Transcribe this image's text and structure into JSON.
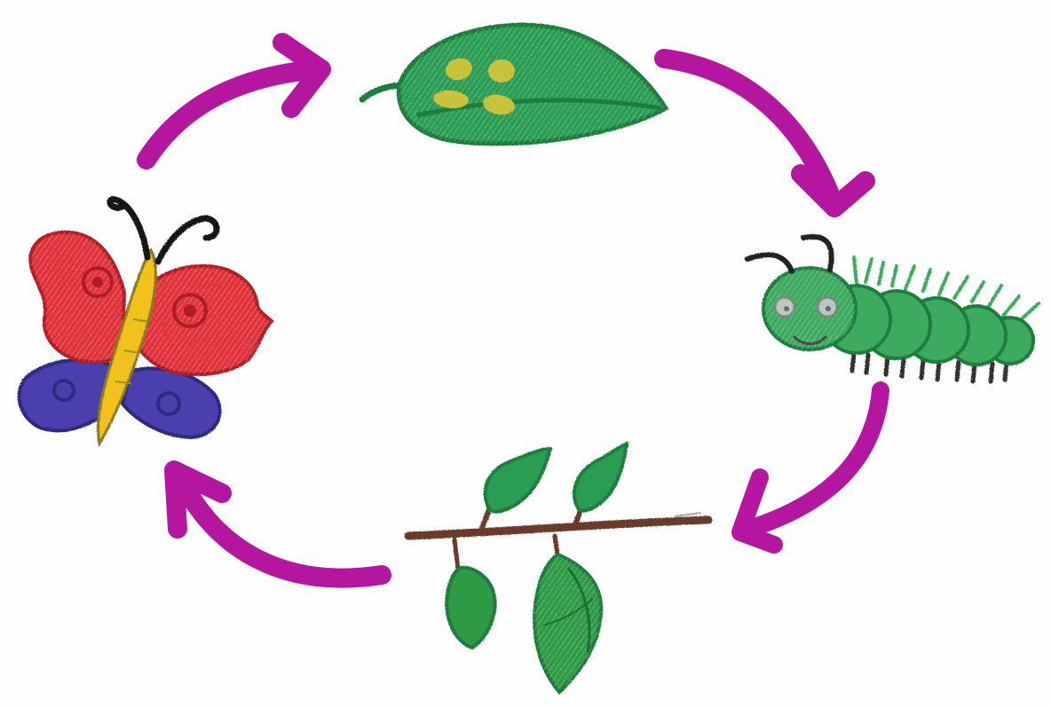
{
  "diagram": {
    "type": "cycle",
    "stages": [
      {
        "id": "eggs",
        "icon": "eggs-on-leaf-icon"
      },
      {
        "id": "caterpillar",
        "icon": "caterpillar-icon"
      },
      {
        "id": "chrysalis",
        "icon": "chrysalis-on-branch-icon"
      },
      {
        "id": "butterfly",
        "icon": "butterfly-icon"
      }
    ],
    "arrow_order": [
      "butterfly",
      "eggs",
      "caterpillar",
      "chrysalis",
      "butterfly"
    ],
    "colors": {
      "arrow": "#b5169f",
      "leaf": "#2a9d55",
      "leaf_dark": "#1f7d3d",
      "egg": "#c9c23a",
      "caterpillar": "#3dab5e",
      "branch": "#6b3a2a",
      "chrysalis": "#2f9a45",
      "wing_red": "#e0333a",
      "wing_blue": "#4a3fae",
      "body_yellow": "#f1c21b",
      "antenna": "#151515"
    }
  }
}
